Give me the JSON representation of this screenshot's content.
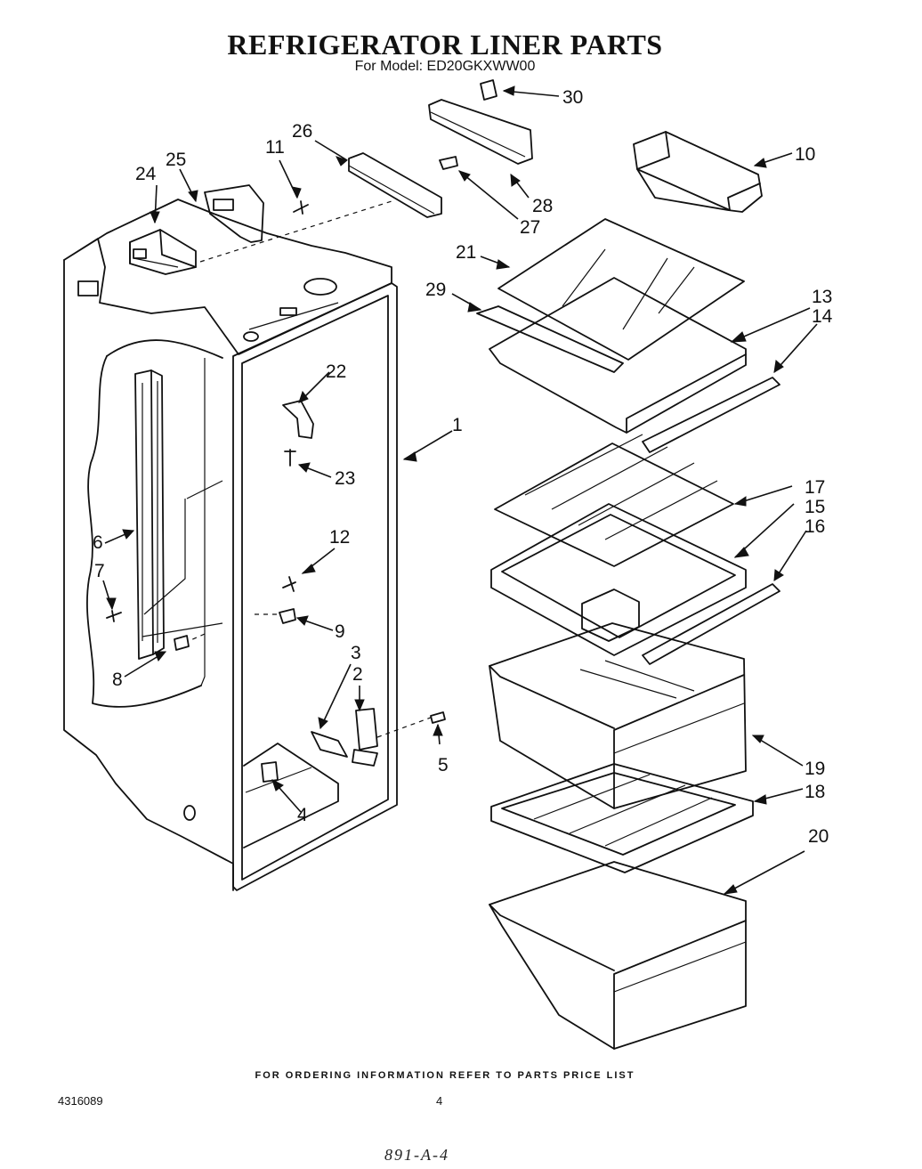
{
  "header": {
    "title": "REFRIGERATOR LINER PARTS",
    "model_line": "For Model: ED20GKXWW00"
  },
  "callouts": [
    {
      "id": "c30",
      "number": "30"
    },
    {
      "id": "c10",
      "number": "10"
    },
    {
      "id": "c26",
      "number": "26"
    },
    {
      "id": "c11",
      "number": "11"
    },
    {
      "id": "c25",
      "number": "25"
    },
    {
      "id": "c24",
      "number": "24"
    },
    {
      "id": "c28",
      "number": "28"
    },
    {
      "id": "c27",
      "number": "27"
    },
    {
      "id": "c21",
      "number": "21"
    },
    {
      "id": "c29",
      "number": "29"
    },
    {
      "id": "c13",
      "number": "13"
    },
    {
      "id": "c14",
      "number": "14"
    },
    {
      "id": "c22",
      "number": "22"
    },
    {
      "id": "c1",
      "number": "1"
    },
    {
      "id": "c23",
      "number": "23"
    },
    {
      "id": "c17",
      "number": "17"
    },
    {
      "id": "c15",
      "number": "15"
    },
    {
      "id": "c16",
      "number": "16"
    },
    {
      "id": "c6",
      "number": "6"
    },
    {
      "id": "c12",
      "number": "12"
    },
    {
      "id": "c7",
      "number": "7"
    },
    {
      "id": "c9",
      "number": "9"
    },
    {
      "id": "c3",
      "number": "3"
    },
    {
      "id": "c2",
      "number": "2"
    },
    {
      "id": "c8",
      "number": "8"
    },
    {
      "id": "c5",
      "number": "5"
    },
    {
      "id": "c19",
      "number": "19"
    },
    {
      "id": "c4",
      "number": "4"
    },
    {
      "id": "c18",
      "number": "18"
    },
    {
      "id": "c20",
      "number": "20"
    }
  ],
  "footer": {
    "ordering_note": "FOR ORDERING INFORMATION REFER TO PARTS PRICE LIST",
    "doc_number": "4316089",
    "page_number": "4",
    "handwritten_note": "891-A-4"
  }
}
